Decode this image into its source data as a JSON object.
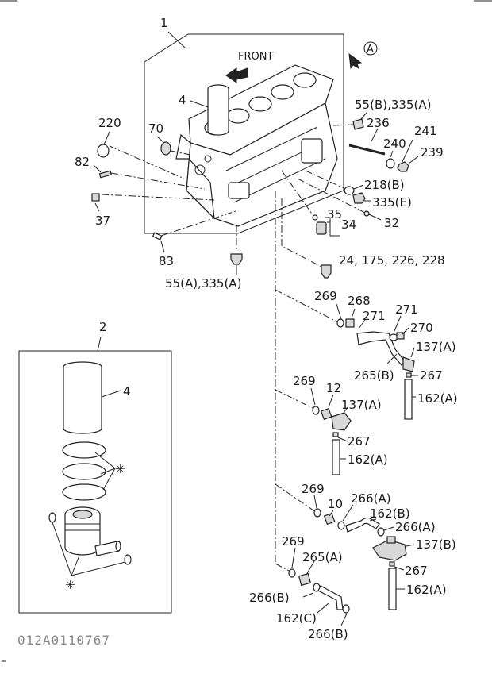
{
  "diagram": {
    "front_label": "FRONT",
    "view_marker": "A",
    "drawing_code": "012A0110767",
    "asterisk": "✳",
    "labels": {
      "l1": "1",
      "l2": "2",
      "l4a": "4",
      "l4b": "4",
      "l220": "220",
      "l70": "70",
      "l82": "82",
      "l37": "37",
      "l83": "83",
      "l55a": "55(A),335(A)",
      "l55b": "55(B),335(A)",
      "l236": "236",
      "l241": "241",
      "l240": "240",
      "l239": "239",
      "l218b": "218(B)",
      "l335e": "335(E)",
      "l35": "35",
      "l34": "34",
      "l32": "32",
      "l24": "24, 175, 226, 228",
      "l269a": "269",
      "l268": "268",
      "l271a": "271",
      "l271b": "271",
      "l270": "270",
      "l137a1": "137(A)",
      "l265b": "265(B)",
      "l267a": "267",
      "l162a1": "162(A)",
      "l269b": "269",
      "l12": "12",
      "l137a2": "137(A)",
      "l267b": "267",
      "l162a2": "162(A)",
      "l269c": "269",
      "l10": "10",
      "l266a1": "266(A)",
      "l162b": "162(B)",
      "l266a2": "266(A)",
      "l137b": "137(B)",
      "l269d": "269",
      "l265a": "265(A)",
      "l267c": "267",
      "l162a3": "162(A)",
      "l266b1": "266(B)",
      "l162c": "162(C)",
      "l266b2": "266(B)"
    }
  }
}
